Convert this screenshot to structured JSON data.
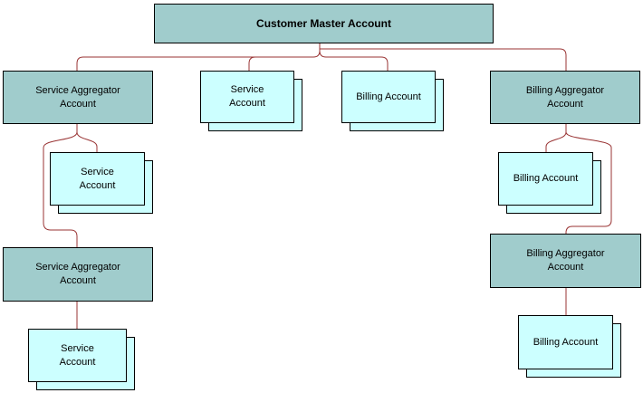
{
  "diagram": {
    "colors": {
      "aggregator_fill": "#a0cccc",
      "account_fill": "#ccffff",
      "connector": "#993333",
      "border": "#000000"
    },
    "nodes": {
      "master": {
        "label": "Customer Master Account"
      },
      "service_aggregator_top": {
        "label": "Service Aggregator\nAccount"
      },
      "service_account_left": {
        "label": "Service\nAccount"
      },
      "service_aggregator_bottom": {
        "label": "Service Aggregator\nAccount"
      },
      "service_account_bottom_left": {
        "label": "Service\nAccount"
      },
      "service_account_mid": {
        "label": "Service\nAccount"
      },
      "billing_account_mid": {
        "label": "Billing Account"
      },
      "billing_aggregator_top": {
        "label": "Billing Aggregator\nAccount"
      },
      "billing_account_right": {
        "label": "Billing Account"
      },
      "billing_aggregator_bottom": {
        "label": "Billing Aggregator\nAccount"
      },
      "billing_account_bottom_right": {
        "label": "Billing Account"
      }
    },
    "edges": [
      {
        "from": "customer-master-account",
        "to": "service-aggregator-account-top"
      },
      {
        "from": "customer-master-account",
        "to": "service-account-mid"
      },
      {
        "from": "customer-master-account",
        "to": "billing-account-mid"
      },
      {
        "from": "customer-master-account",
        "to": "billing-aggregator-account-top"
      },
      {
        "from": "service-aggregator-account-top",
        "to": "service-account-left"
      },
      {
        "from": "service-aggregator-account-top",
        "to": "service-aggregator-account-bottom"
      },
      {
        "from": "service-aggregator-account-bottom",
        "to": "service-account-bottom-left"
      },
      {
        "from": "billing-aggregator-account-top",
        "to": "billing-account-right"
      },
      {
        "from": "billing-aggregator-account-top",
        "to": "billing-aggregator-account-bottom"
      },
      {
        "from": "billing-aggregator-account-bottom",
        "to": "billing-account-bottom-right"
      }
    ]
  }
}
